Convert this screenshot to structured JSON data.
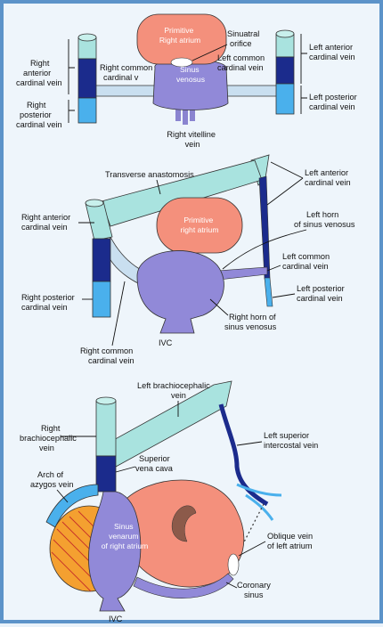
{
  "panel_a": {
    "primitive_right_atrium": [
      "Primitive",
      "Right atrium"
    ],
    "sinuatrial_orifice": [
      "Sinuatral",
      "orifice"
    ],
    "sinus_venosus": [
      "Sinus",
      "venosus"
    ],
    "right_common_cardinal": [
      "Right common",
      "cardinal v"
    ],
    "left_common_cardinal": [
      "Left common",
      "cardinal vein"
    ],
    "right_anterior_cardinal": [
      "Right",
      "anterior",
      "cardinal vein"
    ],
    "right_posterior_cardinal": [
      "Right",
      "posterior",
      "cardinal vein"
    ],
    "left_anterior_cardinal": [
      "Left anterior",
      "cardinal vein"
    ],
    "left_posterior_cardinal": [
      "Left posterior",
      "cardinal vein"
    ],
    "right_vitelline": [
      "Right  vitelline",
      "vein"
    ]
  },
  "panel_b": {
    "transverse_anastomosis": "Transverse anastomosis",
    "left_anterior_cardinal": [
      "Left anterior",
      "cardinal vein"
    ],
    "right_anterior_cardinal": [
      "Right anterior",
      "cardinal vein"
    ],
    "primitive_right_atrium": [
      "Primitive",
      "right atrium"
    ],
    "left_horn": [
      "Left horn",
      "of sinus venosus"
    ],
    "left_common_cardinal": [
      "Left common",
      "cardinal vein"
    ],
    "left_posterior_cardinal": [
      "Left posterior",
      "cardinal vein"
    ],
    "right_posterior_cardinal": [
      "Right posterior",
      "cardinal vein"
    ],
    "right_horn": [
      "Right horn of",
      "sinus venosus"
    ],
    "ivc": "IVC",
    "right_common_cardinal": [
      "Right common",
      "cardinal vein"
    ]
  },
  "panel_c": {
    "left_brachiocephalic": [
      "Left brachiocephalic",
      "vein"
    ],
    "right_brachiocephalic": [
      "Right",
      "brachiocephalic",
      "vein"
    ],
    "left_superior_intercostal": [
      "Left superior",
      "intercostal vein"
    ],
    "arch_of_azygos": [
      "Arch of",
      "azygos vein"
    ],
    "superior_vena_cava": [
      "Superior",
      "vena cava"
    ],
    "sinus_venarum": [
      "Sinus",
      "venarum",
      "of right atrium"
    ],
    "oblique_vein": [
      "Oblique vein",
      "of left atrium"
    ],
    "coronary_sinus": [
      "Coronary",
      "sinus"
    ],
    "ivc": "IVC"
  }
}
